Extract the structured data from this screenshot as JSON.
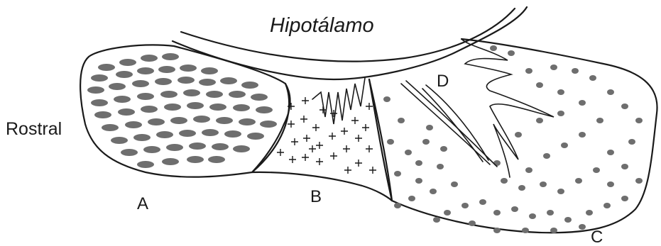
{
  "diagram": {
    "title": "Hipotálamo",
    "side_label": "Rostral",
    "regions": [
      {
        "id": "A",
        "label": "A",
        "texture": "oval-cells"
      },
      {
        "id": "B",
        "label": "B",
        "texture": "plus-marks"
      },
      {
        "id": "C",
        "label": "C",
        "texture": "dot-cells"
      },
      {
        "id": "D",
        "label": "D",
        "texture": "folded-lamellae"
      }
    ],
    "colors": {
      "ink": "#1a1a1a",
      "background": "#ffffff",
      "cell_fill": "#6e6e6e"
    }
  }
}
